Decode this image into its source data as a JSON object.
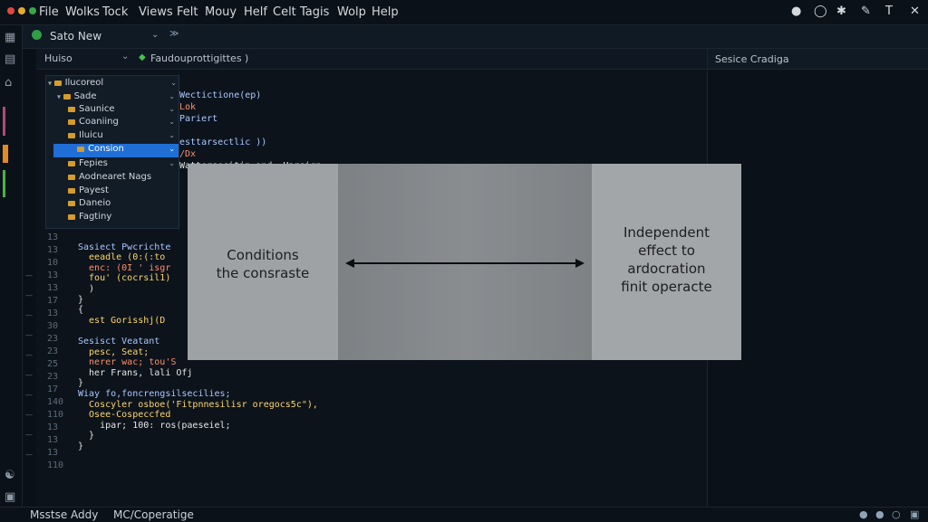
{
  "menubar": {
    "items": [
      "File",
      "Wolks",
      "Tock",
      "Views",
      "Felt",
      "Mouy",
      "Helf",
      "Celt",
      "Tagis",
      "Wolp",
      "Help"
    ]
  },
  "toolbar": {
    "title": "Sato New"
  },
  "crumbbar": {
    "left_label": "Huiso",
    "tab_label": "Faudouprottigittes )"
  },
  "right_panel": {
    "title": "Sesice Cradiga"
  },
  "tree": {
    "items": [
      {
        "label": "Ilucoreol"
      },
      {
        "label": "Sade"
      },
      {
        "label": "Saunice"
      },
      {
        "label": "Coaniing"
      },
      {
        "label": "Iluicu"
      },
      {
        "label": "Consion"
      },
      {
        "label": "Fepies"
      },
      {
        "label": "Aodnearet Nags"
      },
      {
        "label": "Payest"
      },
      {
        "label": "Daneio"
      },
      {
        "label": "Fagtiny"
      }
    ]
  },
  "code": {
    "top_lines": [
      "Wectictione(ep)",
      "Lok",
      "Pariert",
      "",
      "esttarsectlic ))",
      "/Dx",
      "Wattersecitip,and, Harsigp;"
    ],
    "line_numbers": [
      "13",
      "13",
      "10",
      "13",
      "13",
      "17",
      "13",
      "30",
      "23",
      "23",
      "25",
      "23",
      "17",
      "140",
      "110",
      "13",
      "13",
      "13",
      "110"
    ],
    "lines": [
      "Sasiect Pwcrichte",
      "  eeadle (0:(:to",
      "  enc: (0I ' isgr",
      "  fou' (cocrsil1)",
      "  )",
      "}",
      "{",
      "  est Gorisshj(D",
      "",
      "Sesisct Veatant",
      "  pesc, Seat;",
      "  nerer wac; tou'S",
      "  her Frans, lali Ofj",
      "}",
      "Wiay fo,foncrengsilsecilies;",
      "  Coscyler osboe('Fitpnnesilisr oregocs5c\"),",
      "  Osee-Cospeccfed",
      "    ipar; 100: ros(paeseiel;",
      "  }",
      "}"
    ]
  },
  "diagram": {
    "left_text": [
      "Conditions",
      "the consraste"
    ],
    "right_text": [
      "Independent",
      "effect to",
      "ardocration",
      "finit operacte"
    ]
  },
  "statusbar": {
    "left": "Msstse Addy",
    "mid": "MC/Coperatige"
  }
}
